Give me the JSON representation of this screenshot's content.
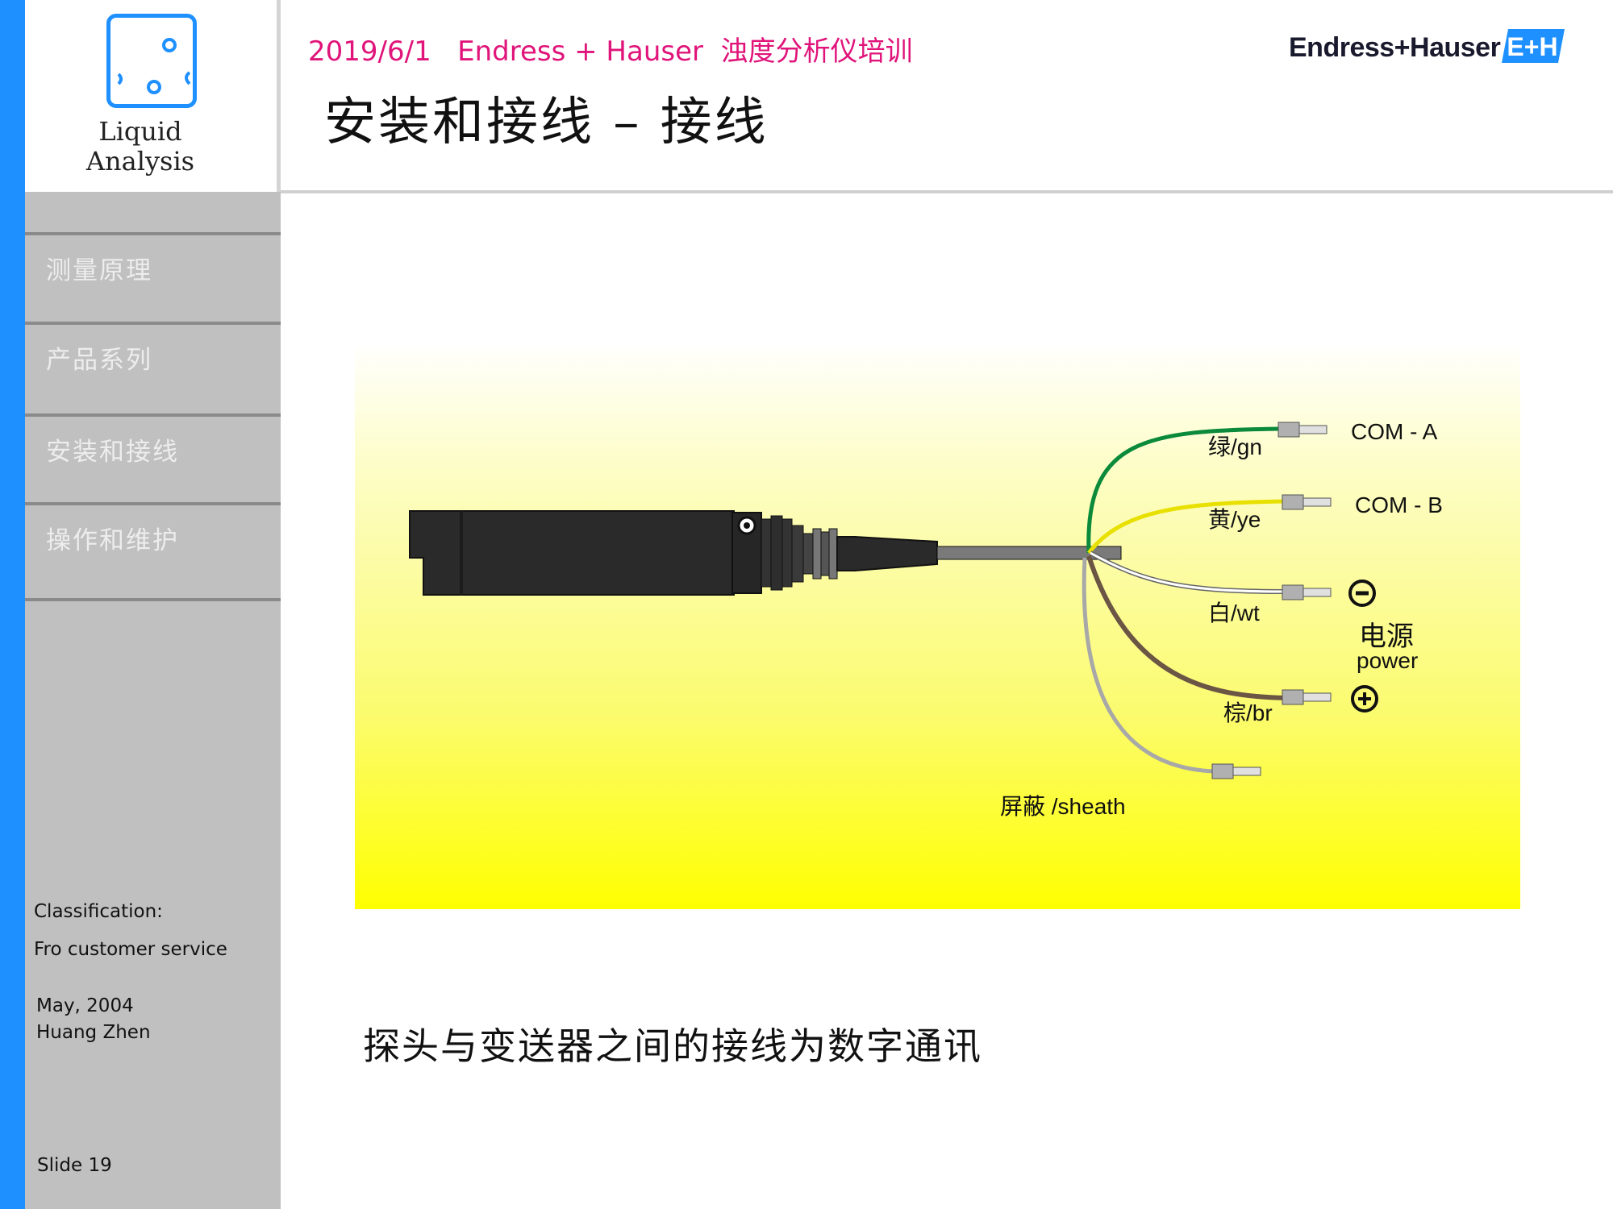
{
  "header": {
    "subtitle": "2019/6/1   Endress + Hauser  浊度分析仪培训",
    "title": "安装和接线 – 接线",
    "brand": "Endress+Hauser",
    "brand_mark": "E+H"
  },
  "logo": {
    "line1": "Liquid",
    "line2": "Analysis"
  },
  "sidebar": {
    "items": [
      {
        "label": "测量原理"
      },
      {
        "label": "产品系列"
      },
      {
        "label": "安装和接线"
      },
      {
        "label": "操作和维护"
      }
    ],
    "classification_label": "Classification:",
    "classification_value": "Fro customer service",
    "date": "May, 2004",
    "author": "Huang Zhen",
    "slide": "Slide 19"
  },
  "diagram": {
    "wires": [
      {
        "label": "绿/gn",
        "color": "#0a8a3a"
      },
      {
        "label": "黄/ye",
        "color": "#e8e000"
      },
      {
        "label": "白/wt",
        "color": "#ffffff"
      },
      {
        "label": "棕/br",
        "color": "#6b5544"
      },
      {
        "label": "屏蔽 /sheath",
        "color": "#a8a8a8"
      }
    ],
    "terminals": {
      "com_a": "COM - A",
      "com_b": "COM - B",
      "power_cn": "电源",
      "power_en": "power"
    }
  },
  "caption": "探头与变送器之间的接线为数字通讯",
  "colors": {
    "accent_blue": "#1e90ff",
    "subtitle_pink": "#e0147a",
    "sidebar_grey": "#c0c0c0"
  }
}
